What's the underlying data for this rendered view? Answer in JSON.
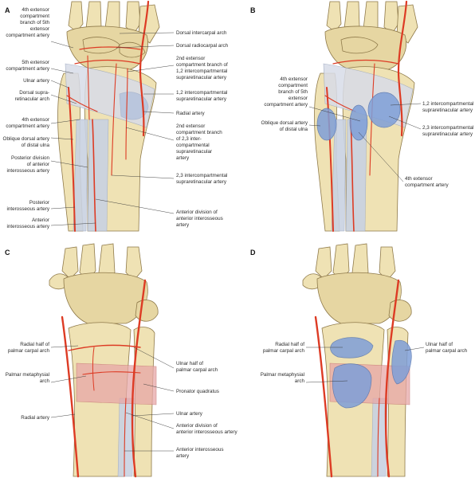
{
  "panels": [
    {
      "letter": "A",
      "labels": [
        "4th extensor compartment branch of 5th extensor compartment artery",
        "5th extensor compartment artery",
        "Ulnar artery",
        "Dorsal supra- retinacular arch",
        "4th extensor compartment artery",
        "Oblique dorsal artery of distal ulna",
        "Posterior division of anterior interosseous artery",
        "Posterior interosseous artery",
        "Anterior interosseous artery",
        "Dorsal intercarpal arch",
        "Dorsal radiocarpal arch",
        "2nd extensor compartment branch of 1,2 intercompartmental supraretinacular artery",
        "1,2 intercompartmental supraretinacular artery",
        "Radial artery",
        "2nd extensor compartment branch of 2,3 inter- compartmental supraretinacular artery",
        "2,3 intercompartmental supraretinacular artery",
        "Anterior division of anterior interosseous artery"
      ]
    },
    {
      "letter": "B",
      "labels": [
        "4th extensor compartment branch of 5th extensor compartment artery",
        "Oblique dorsal artery of distal ulna",
        "1,2 intercompartmental supraretinacular artery",
        "2,3 intercompartmental supraretinacular artery",
        "4th extensor compartment artery"
      ]
    },
    {
      "letter": "C",
      "labels": [
        "Radial half of palmar carpal arch",
        "Palmar metaphysial arch",
        "Radial artery",
        "Ulnar half of palmar carpal arch",
        "Pronator quadratus",
        "Ulnar artery",
        "Anterior division of anterior interosseous artery",
        "Anterior interosseous artery"
      ]
    },
    {
      "letter": "D",
      "labels": [
        "Radial half of palmar carpal arch",
        "Palmar metaphysial arch",
        "Ulnar half of palmar carpal arch"
      ]
    }
  ]
}
